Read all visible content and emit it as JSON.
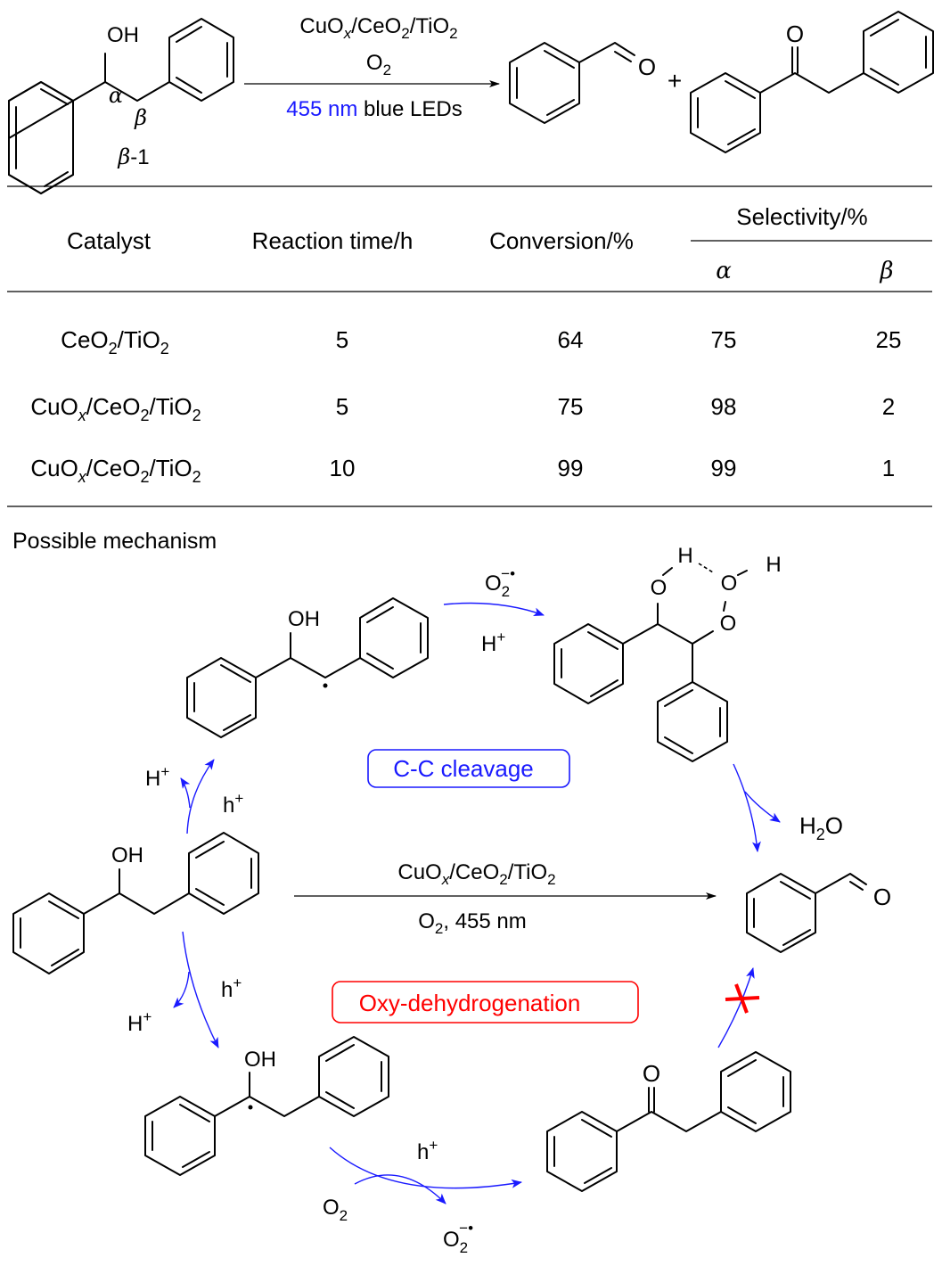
{
  "reaction": {
    "reactant_label": "β-1",
    "alpha_label": "α",
    "beta_label": "β",
    "oh_label": "OH",
    "conditions_line1": "CuOx/CeO2/TiO2",
    "conditions_line2": "O2",
    "light_wavelength": "455 nm",
    "light_source": "blue LEDs",
    "plus": "+",
    "product1_o": "O",
    "product2_o": "O",
    "light_color": "#1a1aff"
  },
  "table": {
    "headers": {
      "catalyst": "Catalyst",
      "time": "Reaction time/h",
      "conversion": "Conversion/%",
      "selectivity": "Selectivity/%",
      "alpha": "α",
      "beta": "β"
    },
    "rows": [
      {
        "catalyst": "CeO2/TiO2",
        "time": "5",
        "conversion": "64",
        "alpha": "75",
        "beta": "25"
      },
      {
        "catalyst": "CuOx/CeO2/TiO2",
        "time": "5",
        "conversion": "75",
        "alpha": "98",
        "beta": "2"
      },
      {
        "catalyst": "CuOx/CeO2/TiO2",
        "time": "10",
        "conversion": "99",
        "alpha": "99",
        "beta": "1"
      }
    ]
  },
  "mechanism": {
    "title": "Possible mechanism",
    "cc_cleavage_label": "C-C cleavage",
    "oxy_label": "Oxy-dehydrogenation",
    "cc_color": "#1a1aff",
    "oxy_color": "#ff0000",
    "center_conditions_1": "CuOx/CeO2/TiO2",
    "center_conditions_2": "O2, 455 nm",
    "h_plus": "H+",
    "hole": "h+",
    "superoxide": "O2−•",
    "o2": "O2",
    "water": "H2O",
    "oh": "OH",
    "o": "O",
    "h": "H"
  }
}
